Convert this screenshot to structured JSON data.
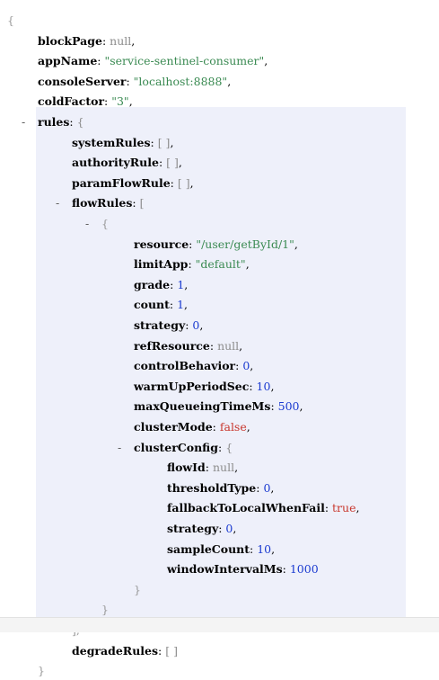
{
  "colors": {
    "highlight_bg": "#eef0fa",
    "string": "#3a8a52",
    "number": "#1a3ad0",
    "boolean": "#c8362c",
    "null": "#8c8c8c"
  },
  "toggle_symbol": "-",
  "lines": [
    {
      "indent": 0,
      "brace": "{"
    },
    {
      "indent": 1,
      "key": "blockPage",
      "value": "null",
      "vtype": "null",
      "comma": ","
    },
    {
      "indent": 1,
      "key": "appName",
      "value": "\"service-sentinel-consumer\"",
      "vtype": "string",
      "comma": ","
    },
    {
      "indent": 1,
      "key": "consoleServer",
      "value": "\"localhost:8888\"",
      "vtype": "string",
      "comma": ","
    },
    {
      "indent": 1,
      "key": "coldFactor",
      "value": "\"3\"",
      "vtype": "string",
      "comma": ","
    },
    {
      "indent": 1,
      "key": "rules",
      "value": "{",
      "vtype": "bracket",
      "toggle": true
    },
    {
      "indent": 2,
      "key": "systemRules",
      "value": "[ ]",
      "vtype": "bracket",
      "comma": ","
    },
    {
      "indent": 2,
      "key": "authorityRule",
      "value": "[ ]",
      "vtype": "bracket",
      "comma": ","
    },
    {
      "indent": 2,
      "key": "paramFlowRule",
      "value": "[ ]",
      "vtype": "bracket",
      "comma": ","
    },
    {
      "indent": 2,
      "key": "flowRules",
      "value": "[",
      "vtype": "bracket",
      "toggle": true
    },
    {
      "indent": 3,
      "brace": "{",
      "toggle": true
    },
    {
      "indent": 4,
      "key": "resource",
      "value": "\"/user/getById/1\"",
      "vtype": "string",
      "comma": ","
    },
    {
      "indent": 4,
      "key": "limitApp",
      "value": "\"default\"",
      "vtype": "string",
      "comma": ","
    },
    {
      "indent": 4,
      "key": "grade",
      "value": "1",
      "vtype": "number",
      "comma": ","
    },
    {
      "indent": 4,
      "key": "count",
      "value": "1",
      "vtype": "number",
      "comma": ","
    },
    {
      "indent": 4,
      "key": "strategy",
      "value": "0",
      "vtype": "number",
      "comma": ","
    },
    {
      "indent": 4,
      "key": "refResource",
      "value": "null",
      "vtype": "null",
      "comma": ","
    },
    {
      "indent": 4,
      "key": "controlBehavior",
      "value": "0",
      "vtype": "number",
      "comma": ","
    },
    {
      "indent": 4,
      "key": "warmUpPeriodSec",
      "value": "10",
      "vtype": "number",
      "comma": ","
    },
    {
      "indent": 4,
      "key": "maxQueueingTimeMs",
      "value": "500",
      "vtype": "number",
      "comma": ","
    },
    {
      "indent": 4,
      "key": "clusterMode",
      "value": "false",
      "vtype": "bool",
      "comma": ","
    },
    {
      "indent": 4,
      "key": "clusterConfig",
      "value": "{",
      "vtype": "bracket",
      "toggle": true
    },
    {
      "indent": 5,
      "key": "flowId",
      "value": "null",
      "vtype": "null",
      "comma": ","
    },
    {
      "indent": 5,
      "key": "thresholdType",
      "value": "0",
      "vtype": "number",
      "comma": ","
    },
    {
      "indent": 5,
      "key": "fallbackToLocalWhenFail",
      "value": "true",
      "vtype": "bool",
      "comma": ","
    },
    {
      "indent": 5,
      "key": "strategy",
      "value": "0",
      "vtype": "number",
      "comma": ","
    },
    {
      "indent": 5,
      "key": "sampleCount",
      "value": "10",
      "vtype": "number",
      "comma": ","
    },
    {
      "indent": 5,
      "key": "windowIntervalMs",
      "value": "1000",
      "vtype": "number"
    },
    {
      "indent": 4,
      "brace": "}"
    },
    {
      "indent": 3,
      "brace": "}"
    },
    {
      "indent": 2,
      "brace": "],"
    },
    {
      "indent": 2,
      "key": "degradeRules",
      "value": "[ ]",
      "vtype": "bracket"
    },
    {
      "indent": 1,
      "brace": "}"
    }
  ]
}
